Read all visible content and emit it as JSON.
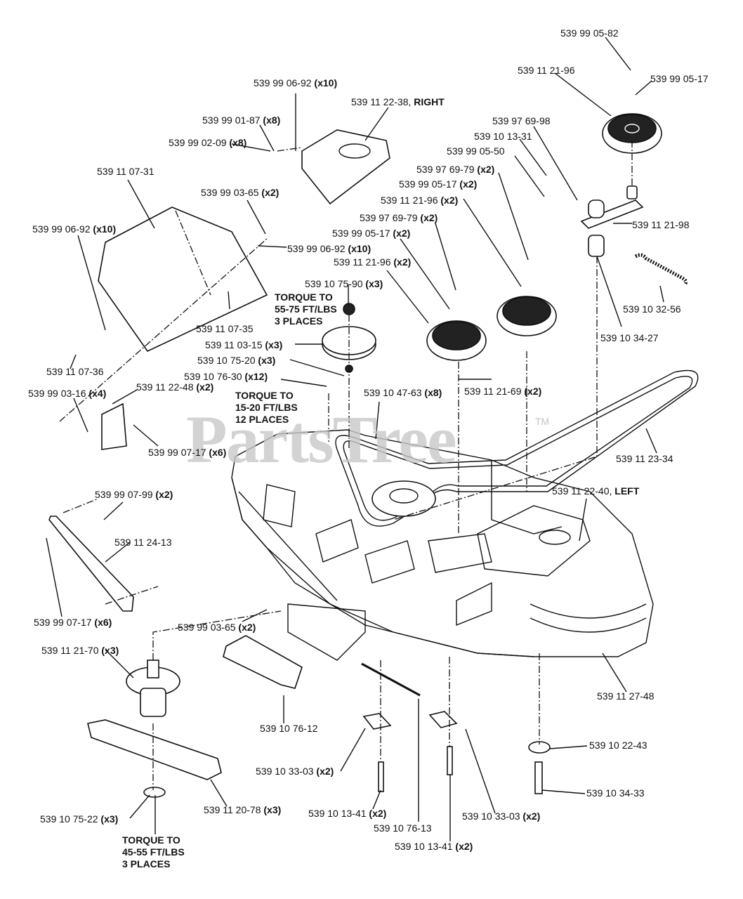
{
  "watermark": {
    "text": "PartsTree",
    "trademark": "TM"
  },
  "callouts": [
    {
      "id": "c01",
      "part": "539 99 05-82",
      "qty": ""
    },
    {
      "id": "c02",
      "part": "539 11 21-96",
      "qty": ""
    },
    {
      "id": "c03",
      "part": "539 99 05-17",
      "qty": ""
    },
    {
      "id": "c04",
      "part": "539 99 06-92",
      "qty": "(x10)"
    },
    {
      "id": "c05",
      "part": "539 11 22-38,",
      "qty": "RIGHT"
    },
    {
      "id": "c06",
      "part": "539 97 69-98",
      "qty": ""
    },
    {
      "id": "c07",
      "part": "539 99 01-87",
      "qty": "(x8)"
    },
    {
      "id": "c08",
      "part": "539 10 13-31",
      "qty": ""
    },
    {
      "id": "c09",
      "part": "539 99 02-09",
      "qty": "(x8)"
    },
    {
      "id": "c10",
      "part": "539 99 05-50",
      "qty": ""
    },
    {
      "id": "c11",
      "part": "539 11 07-31",
      "qty": ""
    },
    {
      "id": "c12",
      "part": "539 97 69-79",
      "qty": "(x2)"
    },
    {
      "id": "c13",
      "part": "539 99 05-17",
      "qty": "(x2)"
    },
    {
      "id": "c14",
      "part": "539 99 03-65",
      "qty": "(x2)"
    },
    {
      "id": "c15",
      "part": "539 11 21-96",
      "qty": "(x2)"
    },
    {
      "id": "c16",
      "part": "539 11 21-98",
      "qty": ""
    },
    {
      "id": "c17",
      "part": "539 97 69-79",
      "qty": "(x2)"
    },
    {
      "id": "c18",
      "part": "539 99 06-92",
      "qty": "(x10)"
    },
    {
      "id": "c19",
      "part": "539 99 05-17",
      "qty": "(x2)"
    },
    {
      "id": "c20",
      "part": "539 99 06-92",
      "qty": "(x10)"
    },
    {
      "id": "c21",
      "part": "539 11 21-96",
      "qty": "(x2)"
    },
    {
      "id": "c22",
      "part": "539 10 75-90",
      "qty": "(x3)"
    },
    {
      "id": "c23",
      "part": "539 10 32-56",
      "qty": ""
    },
    {
      "id": "c24",
      "part": "539 11 07-35",
      "qty": ""
    },
    {
      "id": "c25",
      "part": "539 10 34-27",
      "qty": ""
    },
    {
      "id": "c26",
      "part": "539 11 03-15",
      "qty": "(x3)"
    },
    {
      "id": "c27",
      "part": "539 10 75-20",
      "qty": "(x3)"
    },
    {
      "id": "c28",
      "part": "539 11 07-36",
      "qty": ""
    },
    {
      "id": "c29",
      "part": "539 11 21-69",
      "qty": "(x2)"
    },
    {
      "id": "c30",
      "part": "539 10 76-30",
      "qty": "(x12)"
    },
    {
      "id": "c31",
      "part": "539 99 03-16",
      "qty": "(x4)"
    },
    {
      "id": "c32",
      "part": "539 11 22-48",
      "qty": "(x2)"
    },
    {
      "id": "c33",
      "part": "539 10 47-63",
      "qty": "(x8)"
    },
    {
      "id": "c34",
      "part": "539 99 07-17",
      "qty": "(x6)"
    },
    {
      "id": "c35",
      "part": "539 11 23-34",
      "qty": ""
    },
    {
      "id": "c36",
      "part": "539 11 22-40,",
      "qty": "LEFT"
    },
    {
      "id": "c37",
      "part": "539 99 07-99",
      "qty": "(x2)"
    },
    {
      "id": "c38",
      "part": "539 11 24-13",
      "qty": ""
    },
    {
      "id": "c39",
      "part": "539 99 07-17",
      "qty": "(x6)"
    },
    {
      "id": "c40",
      "part": "539 99 03-65",
      "qty": "(x2)"
    },
    {
      "id": "c41",
      "part": "539 11 27-48",
      "qty": ""
    },
    {
      "id": "c42",
      "part": "539 11 21-70",
      "qty": "(x3)"
    },
    {
      "id": "c43",
      "part": "539 10 76-12",
      "qty": ""
    },
    {
      "id": "c44",
      "part": "539 10 22-43",
      "qty": ""
    },
    {
      "id": "c45",
      "part": "539 10 33-03",
      "qty": "(x2)"
    },
    {
      "id": "c46",
      "part": "539 10 34-33",
      "qty": ""
    },
    {
      "id": "c47",
      "part": "539 11 20-78",
      "qty": "(x3)"
    },
    {
      "id": "c48",
      "part": "539 10 75-22",
      "qty": "(x3)"
    },
    {
      "id": "c49",
      "part": "539 10 13-41",
      "qty": "(x2)"
    },
    {
      "id": "c50",
      "part": "539 10 33-03",
      "qty": "(x2)"
    },
    {
      "id": "c51",
      "part": "539 10 76-13",
      "qty": ""
    },
    {
      "id": "c52",
      "part": "539 10 13-41",
      "qty": "(x2)"
    }
  ],
  "torque_notes": [
    {
      "lines": [
        "TORQUE TO",
        "55-75 FT/LBS",
        "3 PLACES"
      ]
    },
    {
      "lines": [
        "TORQUE TO",
        "15-20 FT/LBS",
        "12 PLACES"
      ]
    },
    {
      "lines": [
        "TORQUE TO",
        "45-55 FT/LBS",
        "3 PLACES"
      ]
    }
  ]
}
